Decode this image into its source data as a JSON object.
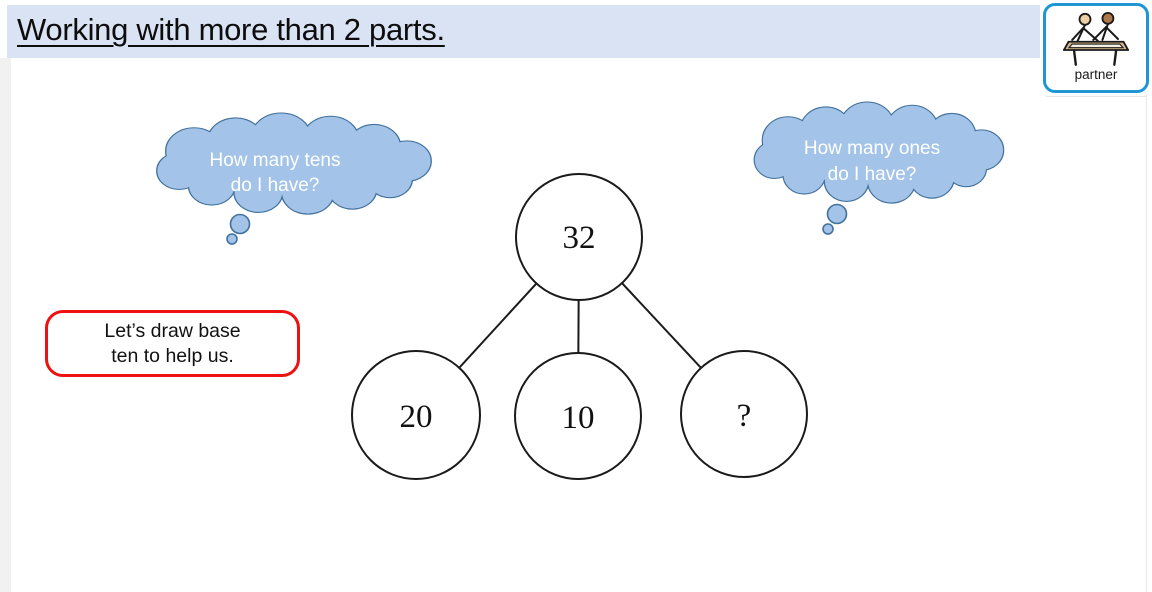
{
  "slide": {
    "title": "Working with more than 2 parts.",
    "partner_card": {
      "label": "partner",
      "icon": "partners-at-table-icon",
      "border_color": "#1e95d4"
    },
    "thought_bubble_left": {
      "line1": "How many tens",
      "line2": "do I have?"
    },
    "thought_bubble_right": {
      "line1": "How many ones",
      "line2": "do I have?"
    },
    "note": "Let’s draw base ten to help us.",
    "colors": {
      "title_bar": "#dae3f3",
      "cloud_fill": "#a3c4e8",
      "cloud_stroke": "#41719c",
      "note_border": "#ee1111"
    }
  },
  "diagram": {
    "type": "part-whole-model",
    "whole": "32",
    "parts": [
      "20",
      "10",
      "?"
    ]
  }
}
